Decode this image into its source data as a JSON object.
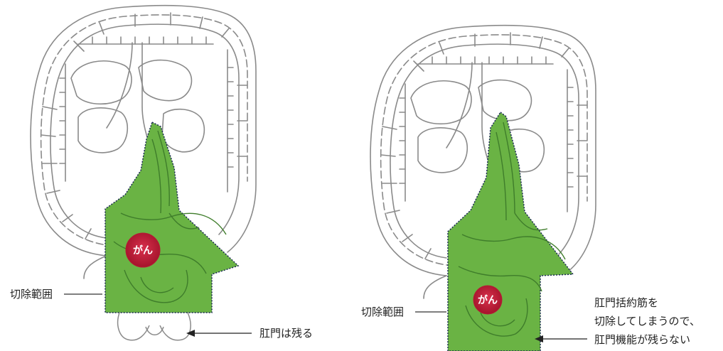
{
  "colors": {
    "resection_fill": "#6ab344",
    "resection_border": "#1c2a55",
    "organ_stroke": "#8a8a8a",
    "cancer_fill": "#cc1f3d"
  },
  "left_panel": {
    "cancer_label": "がん",
    "resection_label": "切除範囲",
    "anus_note": "肛門は残る"
  },
  "right_panel": {
    "cancer_label": "がん",
    "resection_label": "切除範囲",
    "note_lines": [
      "肛門括約筋を",
      "切除してしまうので、",
      "肛門機能が残らない"
    ]
  }
}
